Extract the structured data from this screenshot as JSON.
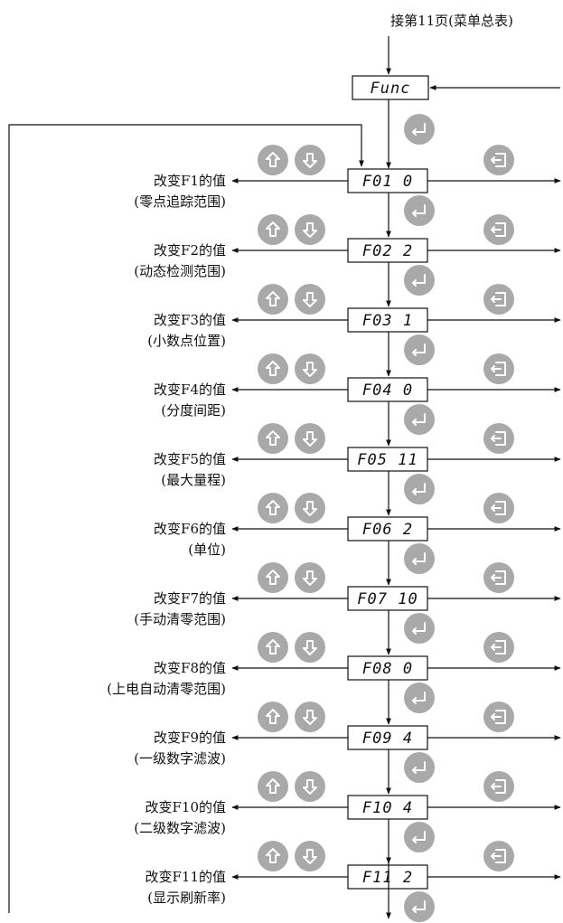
{
  "header": {
    "text": "接第11页(菜单总表)"
  },
  "func_box": {
    "text": "Func"
  },
  "rows": [
    {
      "display": "F01  0",
      "label": "改变F1的值",
      "desc": "(零点追踪范围)"
    },
    {
      "display": "F02  2",
      "label": "改变F2的值",
      "desc": "(动态检测范围)"
    },
    {
      "display": "F03  1",
      "label": "改变F3的值",
      "desc": "(小数点位置)"
    },
    {
      "display": "F04  0",
      "label": "改变F4的值",
      "desc": "(分度间距)"
    },
    {
      "display": "F05 11",
      "label": "改变F5的值",
      "desc": "(最大量程)"
    },
    {
      "display": "F06  2",
      "label": "改变F6的值",
      "desc": "(单位)"
    },
    {
      "display": "F07 10",
      "label": "改变F7的值",
      "desc": "(手动清零范围)"
    },
    {
      "display": "F08  0",
      "label": "改变F8的值",
      "desc": "(上电自动清零范围)"
    },
    {
      "display": "F09  4",
      "label": "改变F9的值",
      "desc": "(一级数字滤波)"
    },
    {
      "display": "F10  4",
      "label": "改变F10的值",
      "desc": "(二级数字滤波)"
    },
    {
      "display": "F11  2",
      "label": "改变F11的值",
      "desc": "(显示刷新率)"
    }
  ],
  "icons": {
    "up": "up-arrow-icon",
    "down": "down-arrow-icon",
    "enter": "enter-icon",
    "exit": "exit-icon"
  },
  "colors": {
    "button": "#a9a9a9",
    "line": "#111111"
  }
}
